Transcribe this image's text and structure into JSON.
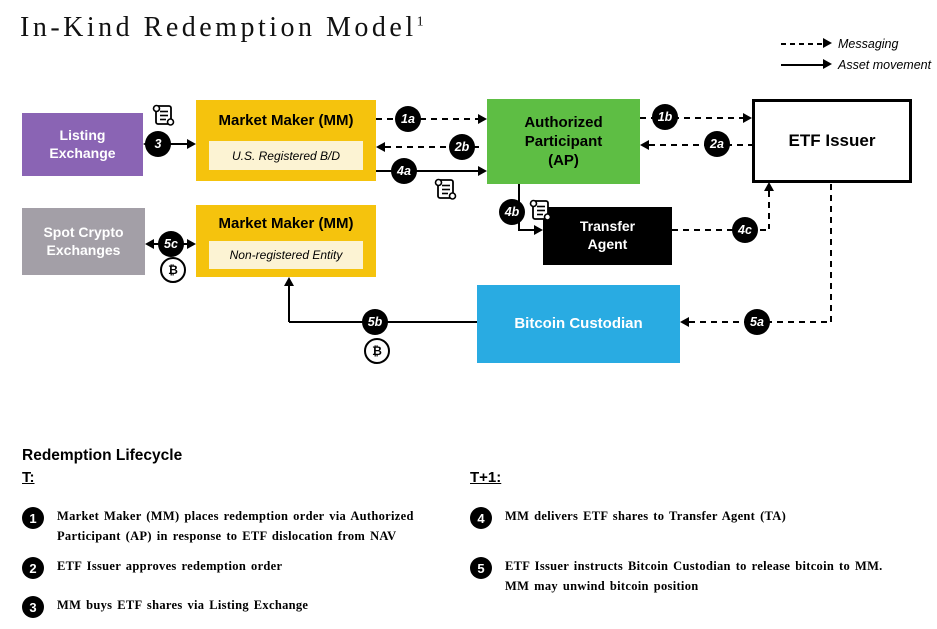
{
  "title": {
    "text": "In-Kind Redemption Model",
    "superscript": "1"
  },
  "legend": {
    "messaging_label": "Messaging",
    "asset_movement_label": "Asset movement"
  },
  "diagram": {
    "bitcoin_symbol": "₿",
    "colors": {
      "purple": "#8a64b4",
      "gold": "#f5c30d",
      "gold_inner": "#fcf3d3",
      "green": "#5ebe44",
      "gray": "#a39fa7",
      "blue": "#29abe2",
      "black": "#000000"
    },
    "nodes": {
      "listing_exchange": {
        "lines": [
          "Listing",
          "Exchange"
        ]
      },
      "market_maker_top": {
        "title": "Market Maker (MM)",
        "subtitle": "U.S. Registered B/D"
      },
      "authorized_participant": {
        "lines": [
          "Authorized",
          "Participant",
          "(AP)"
        ]
      },
      "etf_issuer": {
        "label": "ETF Issuer"
      },
      "spot_crypto_exchanges": {
        "lines": [
          "Spot Crypto",
          "Exchanges"
        ]
      },
      "market_maker_bottom": {
        "title": "Market Maker (MM)",
        "subtitle": "Non-registered Entity"
      },
      "transfer_agent": {
        "lines": [
          "Transfer",
          "Agent"
        ]
      },
      "bitcoin_custodian": {
        "label": "Bitcoin Custodian"
      }
    },
    "badges": {
      "1a": "1a",
      "1b": "1b",
      "2a": "2a",
      "2b": "2b",
      "3": "3",
      "4a": "4a",
      "4b": "4b",
      "4c": "4c",
      "5a": "5a",
      "5b": "5b",
      "5c": "5c"
    }
  },
  "lifecycle": {
    "heading": "Redemption Lifecycle",
    "columns": [
      {
        "header": "T:",
        "items": [
          {
            "num": "1",
            "lines": [
              "Market Maker (MM) places redemption order via Authorized",
              "Participant (AP) in response to ETF dislocation from NAV"
            ]
          },
          {
            "num": "2",
            "lines": [
              "ETF Issuer approves redemption order"
            ]
          },
          {
            "num": "3",
            "lines": [
              "MM buys ETF shares via Listing Exchange"
            ]
          }
        ]
      },
      {
        "header": "T+1:",
        "items": [
          {
            "num": "4",
            "lines": [
              "MM delivers ETF shares to Transfer Agent (TA)"
            ]
          },
          {
            "num": "5",
            "lines": [
              "ETF Issuer instructs Bitcoin Custodian to release bitcoin to MM.",
              "MM may unwind bitcoin position"
            ]
          }
        ]
      }
    ]
  }
}
